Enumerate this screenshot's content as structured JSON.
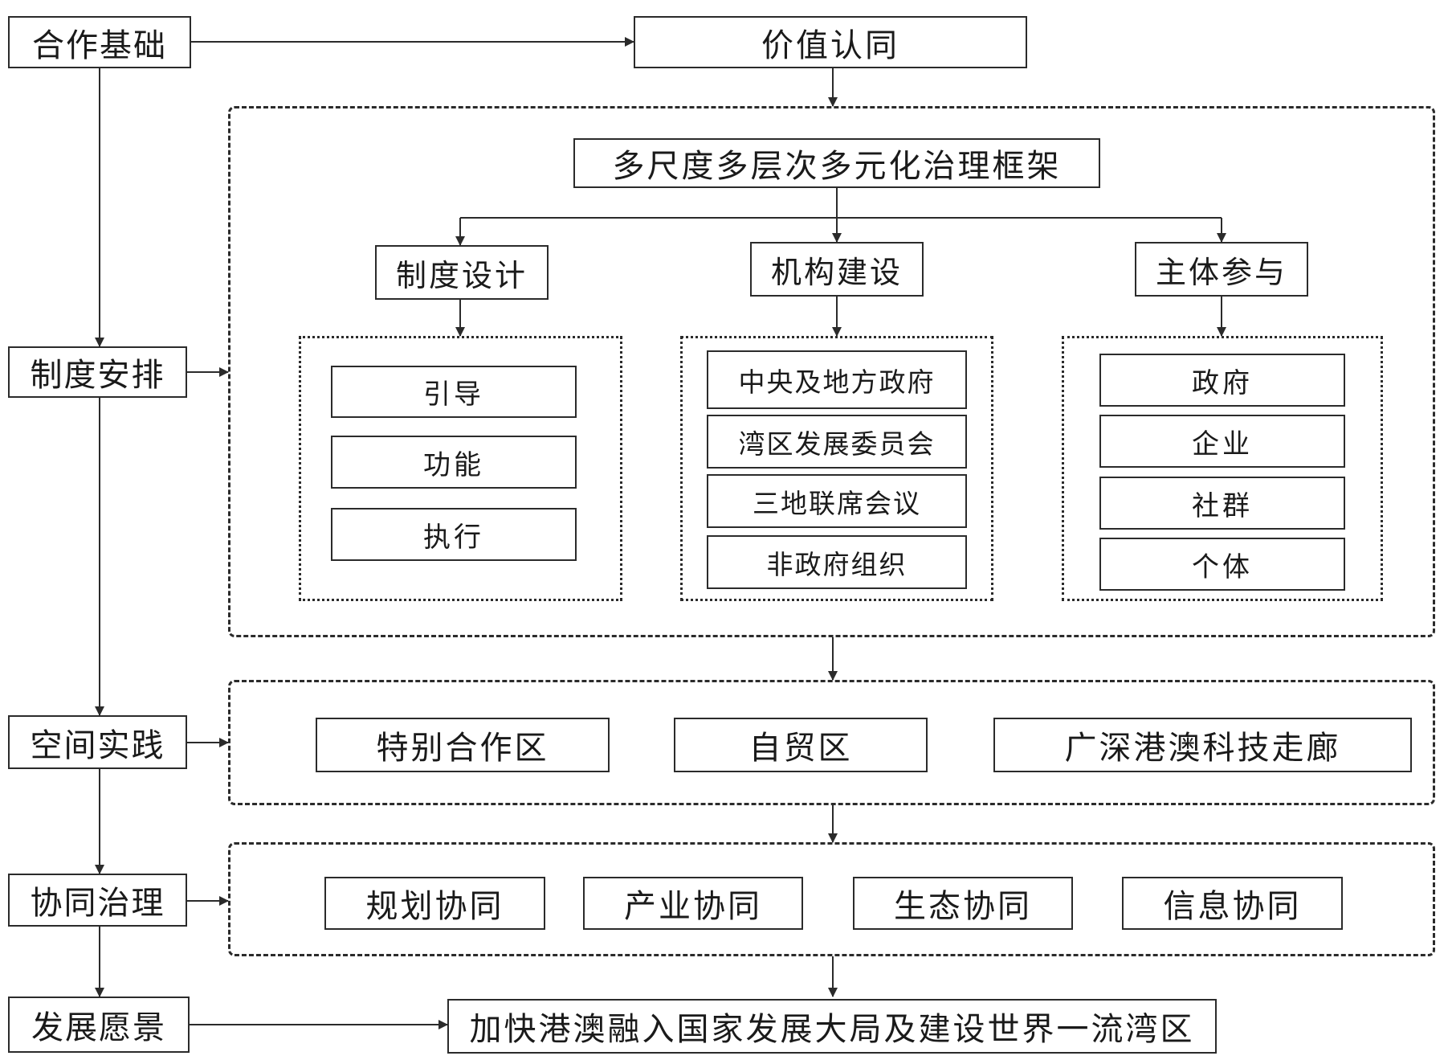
{
  "left_column": {
    "foundation": "合作基础",
    "institutional_arrangement": "制度安排",
    "spatial_practice": "空间实践",
    "collaborative_governance": "协同治理",
    "development_vision": "发展愿景"
  },
  "value_identity": "价值认同",
  "framework": {
    "title": "多尺度多层次多元化治理框架",
    "branches": [
      {
        "title": "制度设计",
        "items": [
          "引导",
          "功能",
          "执行"
        ]
      },
      {
        "title": "机构建设",
        "items": [
          "中央及地方政府",
          "湾区发展委员会",
          "三地联席会议",
          "非政府组织"
        ]
      },
      {
        "title": "主体参与",
        "items": [
          "政府",
          "企业",
          "社群",
          "个体"
        ]
      }
    ]
  },
  "spatial_items": [
    "特别合作区",
    "自贸区",
    "广深港澳科技走廊"
  ],
  "governance_items": [
    "规划协同",
    "产业协同",
    "生态协同",
    "信息协同"
  ],
  "vision": "加快港澳融入国家发展大局及建设世界一流湾区"
}
